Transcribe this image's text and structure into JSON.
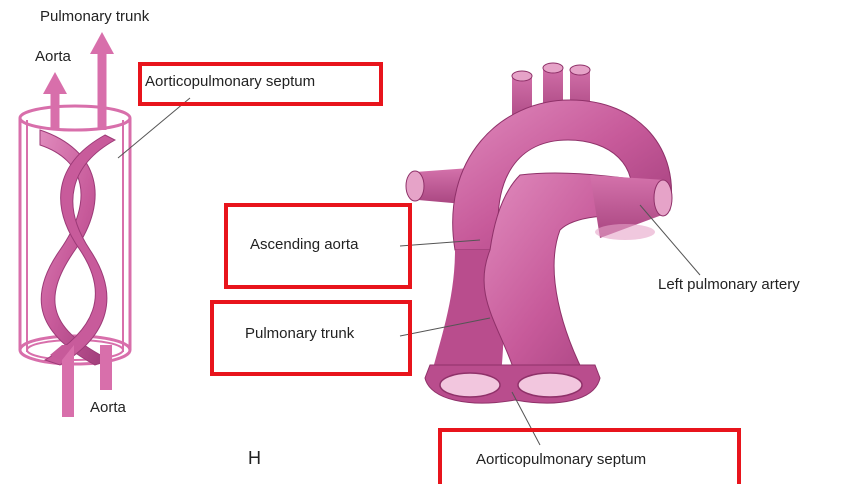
{
  "labels": {
    "pulmonary_trunk_top": "Pulmonary trunk",
    "aorta_top": "Aorta",
    "septum_left": "Aorticopulmonary septum",
    "aorta_bottom": "Aorta",
    "ascending_aorta": "Ascending aorta",
    "pulmonary_trunk_right": "Pulmonary trunk",
    "left_pulmonary_artery": "Left pulmonary artery",
    "septum_bottom": "Aorticopulmonary septum",
    "panel_letter": "H"
  },
  "colors": {
    "vessel": "#c75a9a",
    "vessel_dark": "#a53f7d",
    "vessel_light": "#e39ac3",
    "arrow": "#d86fab",
    "highlight_box": "#e8141c",
    "leader": "#555555"
  }
}
